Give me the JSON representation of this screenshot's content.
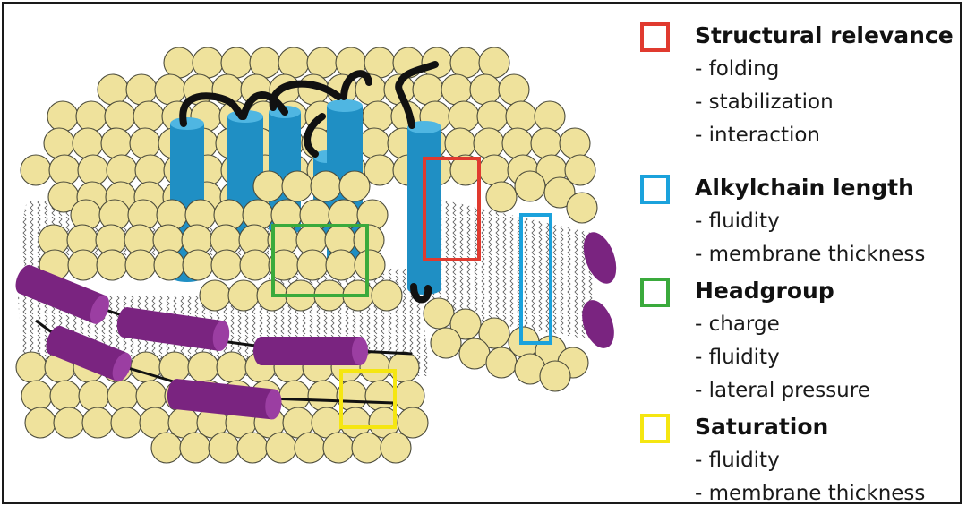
{
  "legend": {
    "categories": [
      {
        "title": "Structural relevance",
        "color": "#e03a2f",
        "items": [
          "- folding",
          "- stabilization",
          "- interaction"
        ]
      },
      {
        "title": "Alkylchain length",
        "color": "#1ba2dc",
        "items": [
          "- fluidity",
          "- membrane thickness"
        ]
      },
      {
        "title": "Headgroup",
        "color": "#3aaa3c",
        "items": [
          "- charge",
          "- fluidity",
          "- lateral pressure"
        ]
      },
      {
        "title": "Saturation",
        "color": "#f5e611",
        "items": [
          "- fluidity",
          "- membrane thickness"
        ]
      }
    ]
  },
  "colors": {
    "headgroup": "#efe29c",
    "headgroup_stroke": "#4a4a3a",
    "helix_blue": "#1f8fc4",
    "helix_blue_top": "#4fb6e2",
    "helix_purple": "#7a2480",
    "helix_purple_top": "#9b3ea2",
    "loop": "#111111",
    "tail": "#555555"
  },
  "icons": {
    "headgroup": "headgroup-circle-icon",
    "transmembrane_helix": "cylinder-helix-icon",
    "peripheral_helix": "purple-cylinder-helix-icon"
  }
}
